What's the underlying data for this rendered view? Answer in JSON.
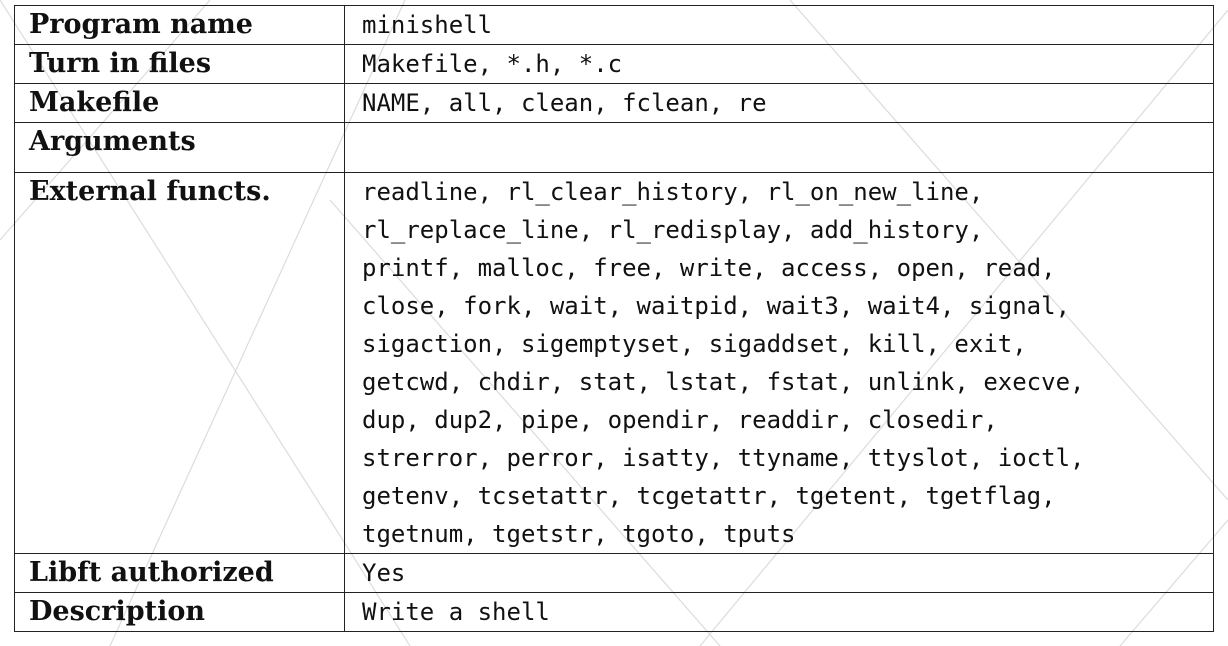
{
  "rows": [
    {
      "label": "Program name",
      "value": "minishell"
    },
    {
      "label": "Turn in files",
      "value": "Makefile, *.h, *.c"
    },
    {
      "label": "Makefile",
      "value": "NAME, all, clean, fclean, re"
    },
    {
      "label": "Arguments",
      "value": ""
    },
    {
      "label": "External functs.",
      "value_lines": [
        "readline, rl_clear_history, rl_on_new_line,",
        "rl_replace_line, rl_redisplay, add_history,",
        "printf, malloc, free, write, access, open, read,",
        "close, fork, wait, waitpid, wait3, wait4, signal,",
        "sigaction, sigemptyset, sigaddset, kill, exit,",
        "getcwd, chdir, stat, lstat, fstat, unlink, execve,",
        "dup, dup2, pipe, opendir, readdir, closedir,",
        "strerror, perror, isatty, ttyname, ttyslot, ioctl,",
        "getenv, tcsetattr, tcgetattr, tgetent, tgetflag,",
        "tgetnum, tgetstr, tgoto, tputs"
      ]
    },
    {
      "label": "Libft authorized",
      "value": "Yes"
    },
    {
      "label": "Description",
      "value": "Write a shell"
    }
  ]
}
